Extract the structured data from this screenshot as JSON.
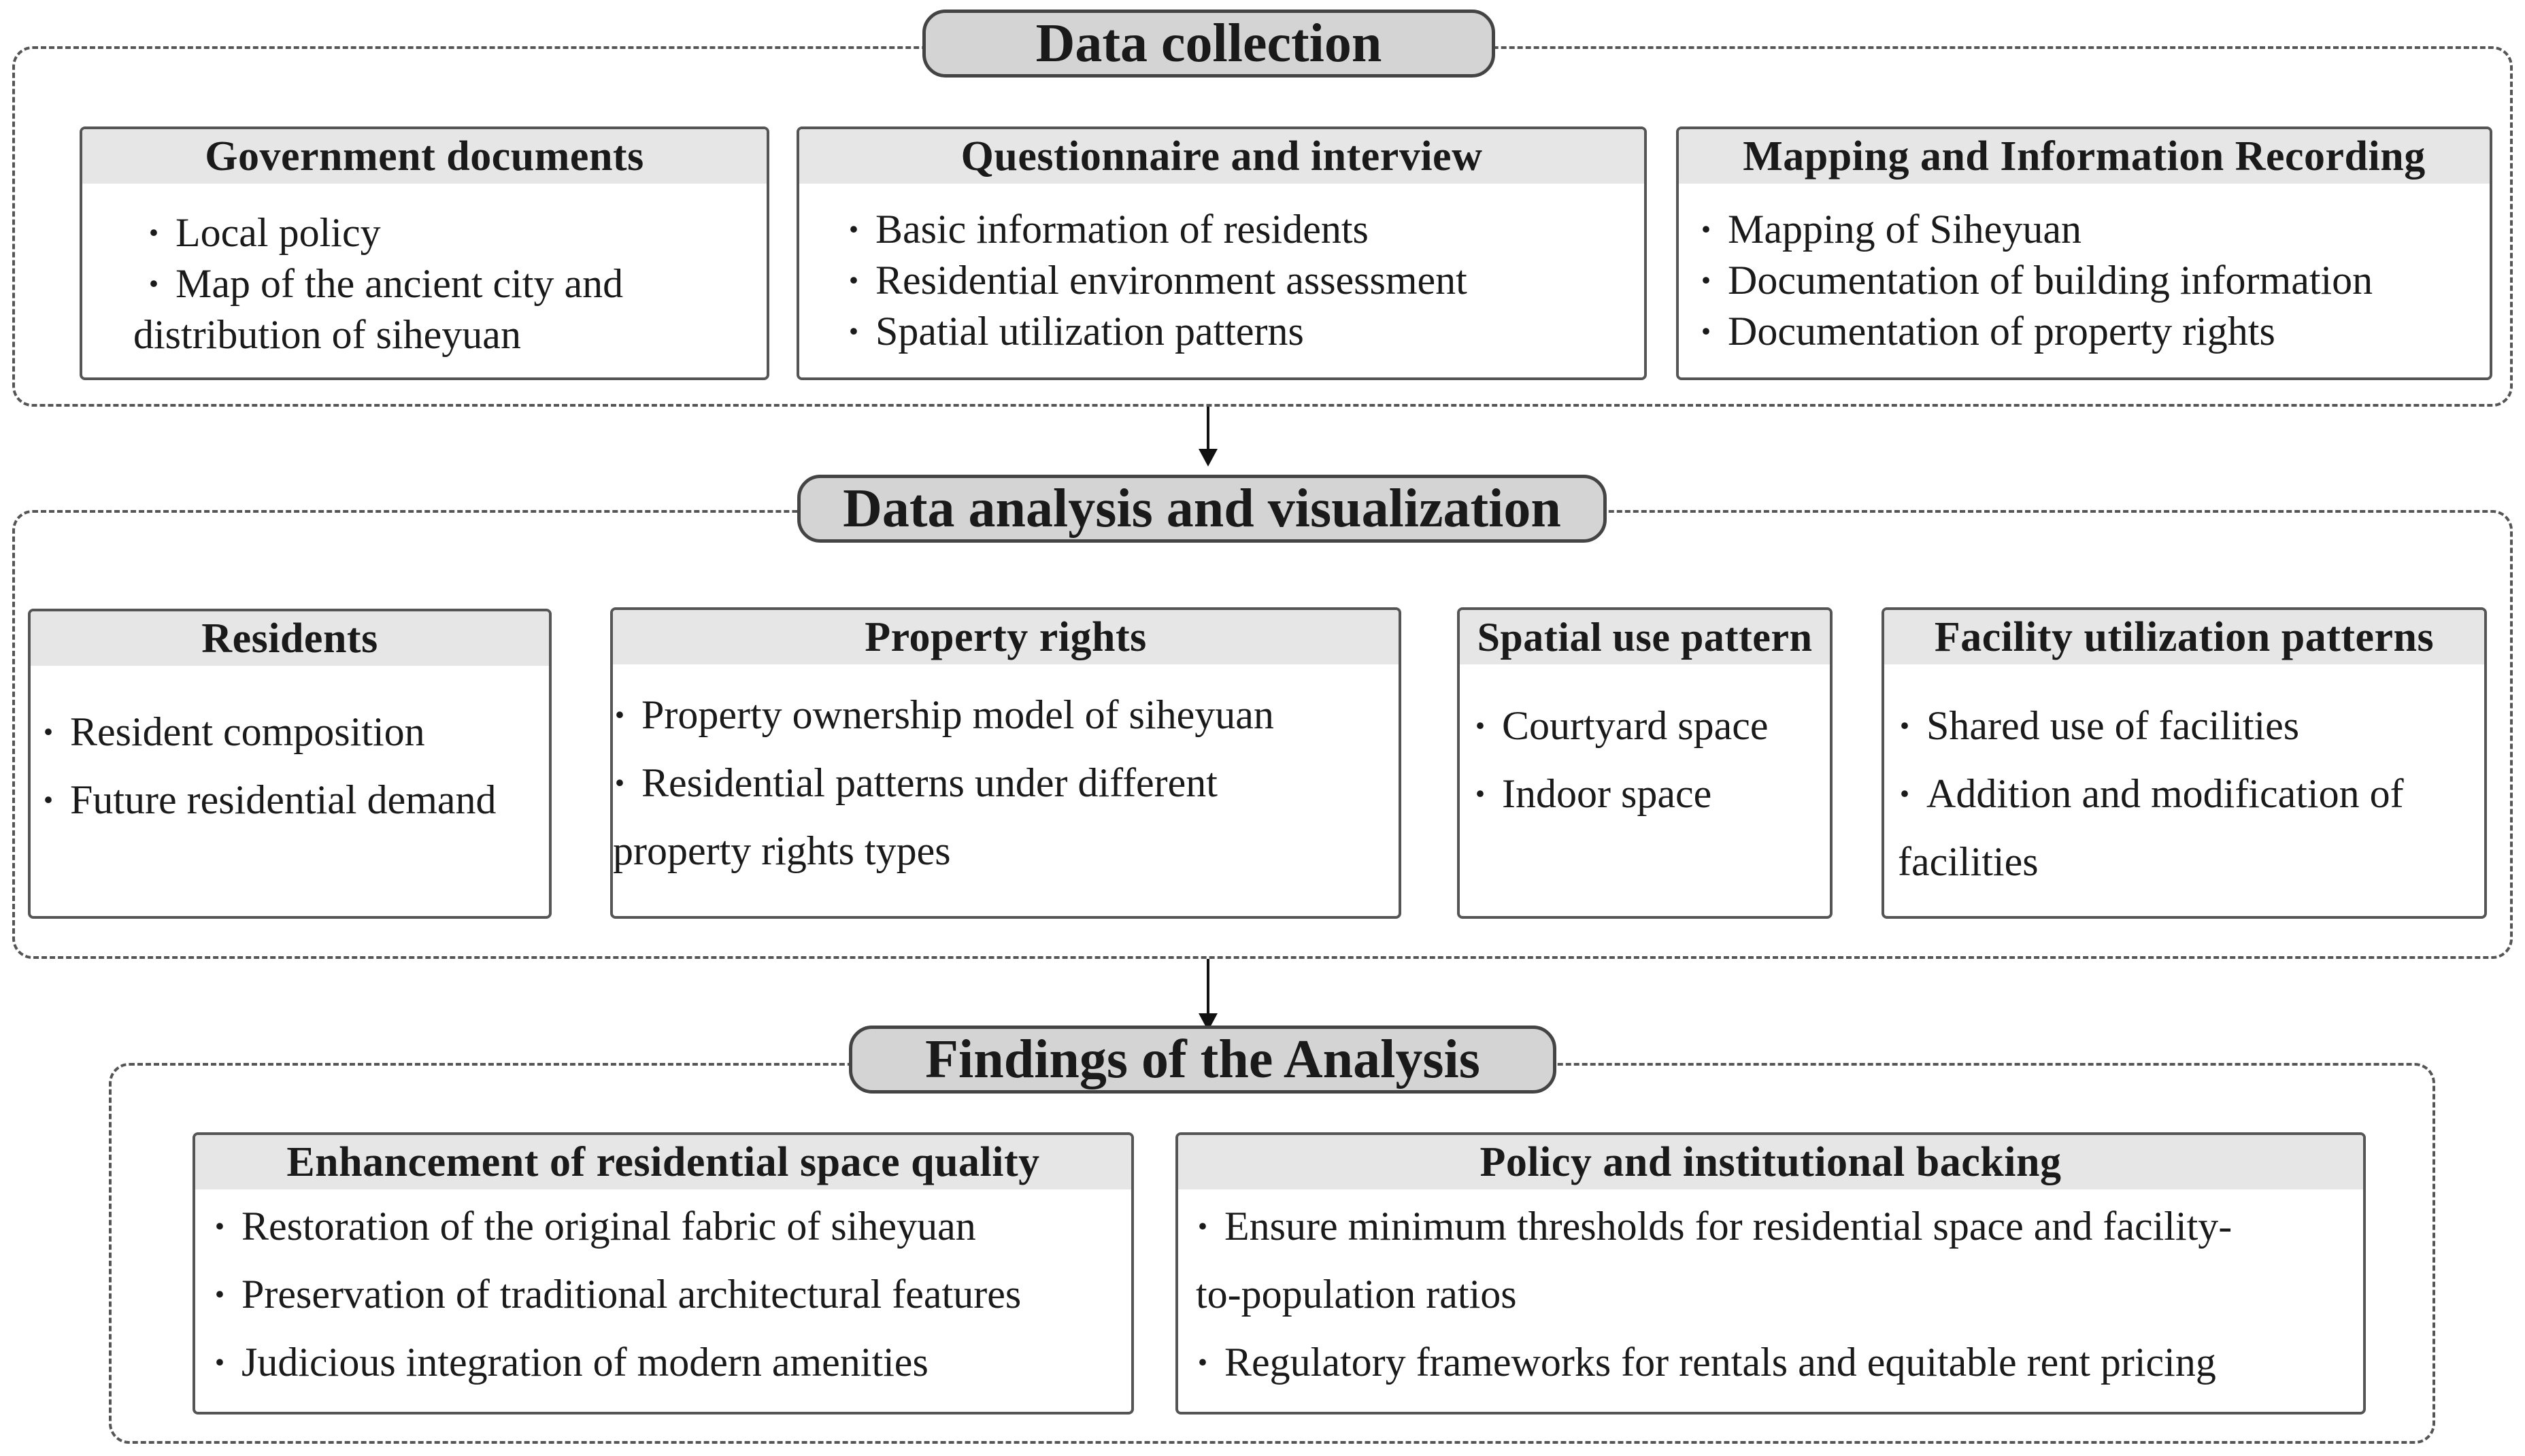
{
  "stages": {
    "collection": {
      "title": "Data collection",
      "cards": [
        {
          "heading": "Government documents",
          "items": [
            "Local policy",
            "Map of the ancient city and distribution of siheyuan"
          ]
        },
        {
          "heading": "Questionnaire and interview",
          "items": [
            "Basic information of residents",
            "Residential environment assessment",
            "Spatial utilization patterns"
          ]
        },
        {
          "heading": "Mapping and Information Recording",
          "items": [
            "Mapping of Siheyuan",
            "Documentation of  building information",
            "Documentation of property rights"
          ]
        }
      ]
    },
    "analysis": {
      "title": "Data analysis and visualization",
      "cards": [
        {
          "heading": "Residents",
          "items": [
            "Resident composition",
            "Future residential demand"
          ]
        },
        {
          "heading": "Property rights",
          "items": [
            "Property ownership model of siheyuan",
            "Residential patterns under different property rights types"
          ]
        },
        {
          "heading": "Spatial use pattern",
          "items": [
            "Courtyard space",
            "Indoor space"
          ]
        },
        {
          "heading": "Facility utilization patterns",
          "items": [
            "Shared use of facilities",
            "Addition and modification of facilities"
          ]
        }
      ]
    },
    "findings": {
      "title": "Findings of the Analysis",
      "cards": [
        {
          "heading": "Enhancement of residential space quality",
          "items": [
            "Restoration of the original fabric of siheyuan",
            "Preservation of traditional architectural features",
            "Judicious integration of modern amenities"
          ]
        },
        {
          "heading": "Policy and institutional backing",
          "items": [
            "Ensure minimum thresholds for residential space and facility-to-population ratios",
            "Regulatory frameworks for rentals and equitable rent pricing"
          ]
        }
      ]
    }
  },
  "bullet_char": "·"
}
